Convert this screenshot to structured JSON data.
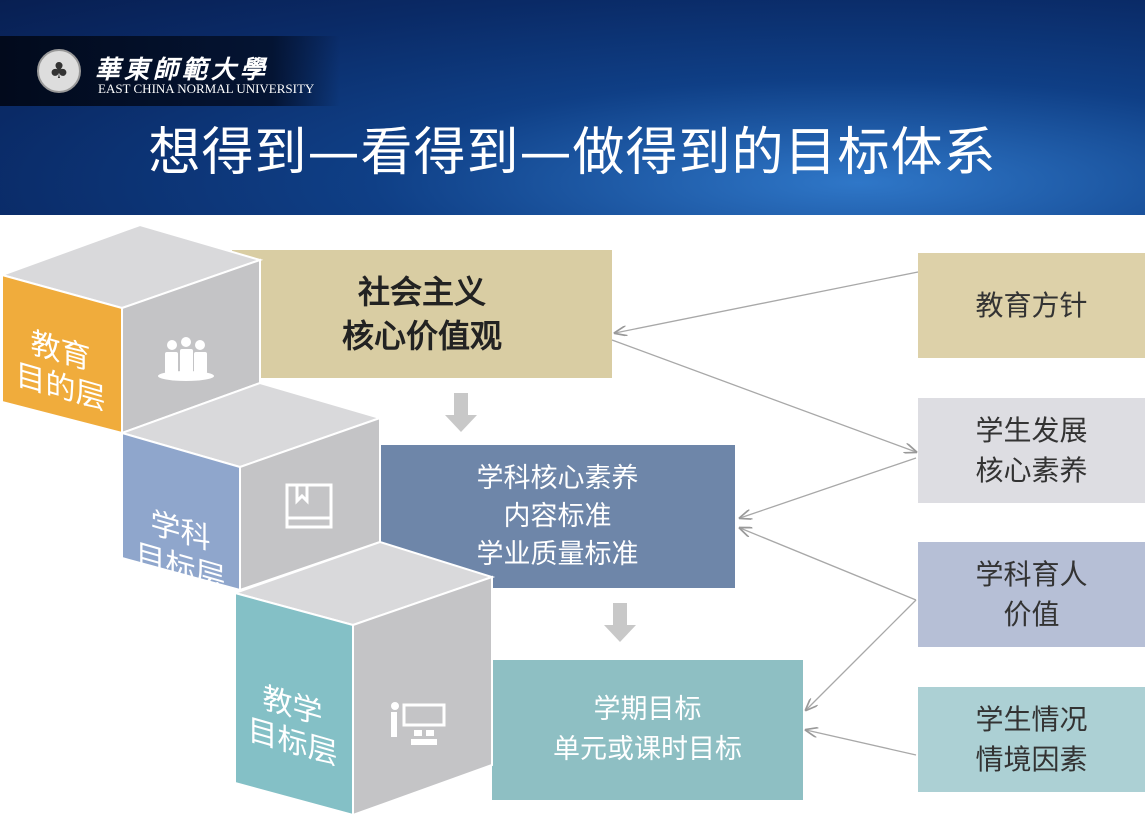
{
  "header": {
    "university_cn": "華東師範大學",
    "university_en": "EAST CHINA NORMAL UNIVERSITY",
    "title": "想得到—看得到—做得到的目标体系"
  },
  "layers": [
    {
      "label": "教育\n目的层",
      "icon": "people-icon",
      "color": "#f0ac3c",
      "content": "社会主义\n核心价值观",
      "content_color": "#d9cda3"
    },
    {
      "label": "学科\n目标层",
      "icon": "book-icon",
      "color": "#8fa6cc",
      "content": "学科核心素养\n内容标准\n学业质量标准",
      "content_color": "#6e86a9"
    },
    {
      "label": "教学\n目标层",
      "icon": "teacher-icon",
      "color": "#84c0c6",
      "content": "学期目标\n单元或课时目标",
      "content_color": "#8ebfc3"
    }
  ],
  "factors": [
    {
      "label": "教育方针",
      "color": "#ddd1a9"
    },
    {
      "label": "学生发展\n核心素养",
      "color": "#dddde2"
    },
    {
      "label": "学科育人\n价值",
      "color": "#b6bfd6"
    },
    {
      "label": "学生情况\n情境因素",
      "color": "#acd0d4"
    }
  ]
}
